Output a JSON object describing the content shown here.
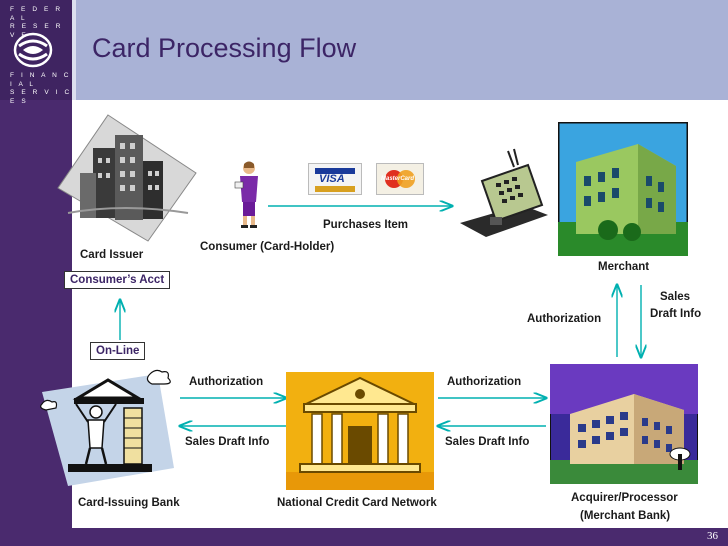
{
  "slide": {
    "title": "Card Processing Flow",
    "page_number": "36"
  },
  "logo": {
    "line1": "F E D E R A L",
    "line2": "R E S E R V E",
    "line3": "F I N A N C I A L",
    "line4": "S E R V I C E S"
  },
  "nodes": {
    "card_issuer": "Card Issuer",
    "consumers_acct": "Consumer’s Acct",
    "online": "On-Line",
    "card_issuing_bank": "Card-Issuing Bank",
    "consumer": "Consumer (Card-Holder)",
    "merchant": "Merchant",
    "national_network": "National Credit Card Network",
    "acquirer": "Acquirer/Processor",
    "acquirer_sub": "(Merchant Bank)"
  },
  "cards": {
    "visa": "VISA",
    "mastercard": "MasterCard"
  },
  "edges": {
    "purchases_item": "Purchases Item",
    "authorization_right": "Authorization",
    "sales_draft_line1": "Sales",
    "sales_draft_line2": "Draft Info",
    "authorization_left": "Authorization",
    "sales_draft_info_left": "Sales Draft Info",
    "authorization_mid": "Authorization",
    "sales_draft_info_mid": "Sales Draft Info"
  }
}
